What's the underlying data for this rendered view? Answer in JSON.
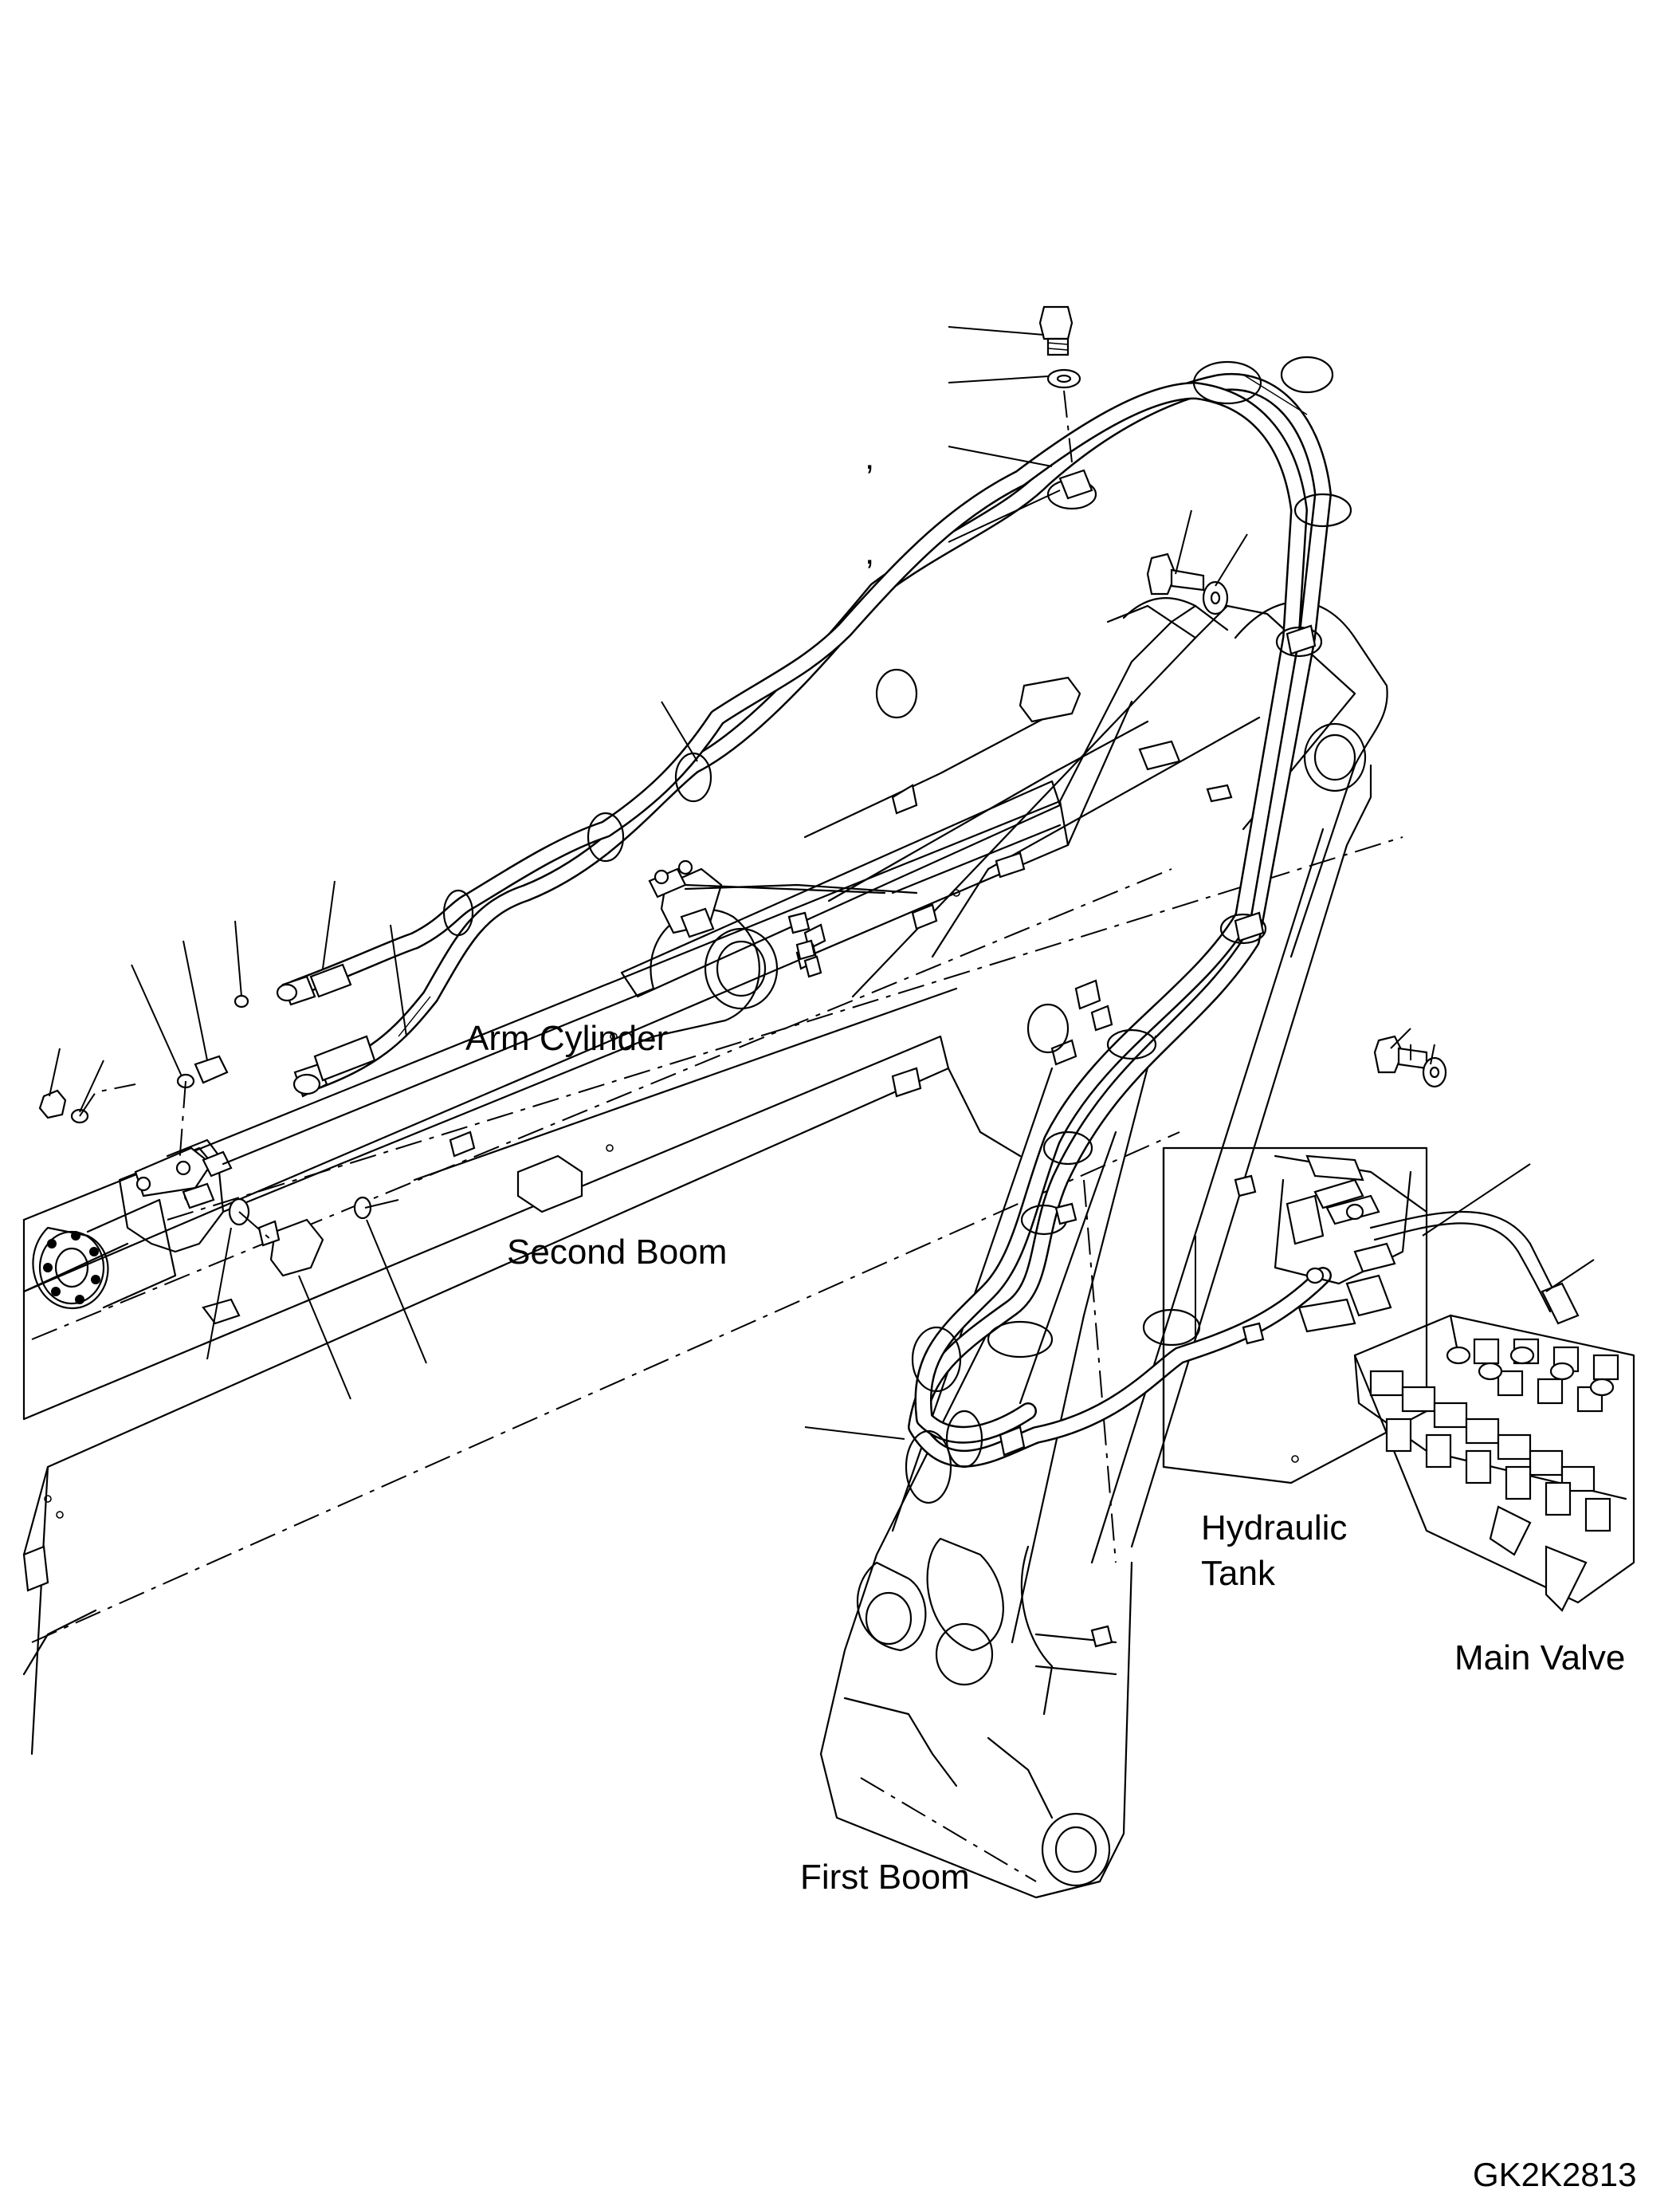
{
  "labels": {
    "arm_cylinder": "Arm Cylinder",
    "second_boom": "Second Boom",
    "hydraulic_tank_line1": "Hydraulic",
    "hydraulic_tank_line2": "Tank",
    "main_valve": "Main Valve",
    "first_boom": "First Boom",
    "drawing_code": "GK2K2813"
  },
  "marks": {
    "comma_1": ",",
    "comma_2": ","
  }
}
